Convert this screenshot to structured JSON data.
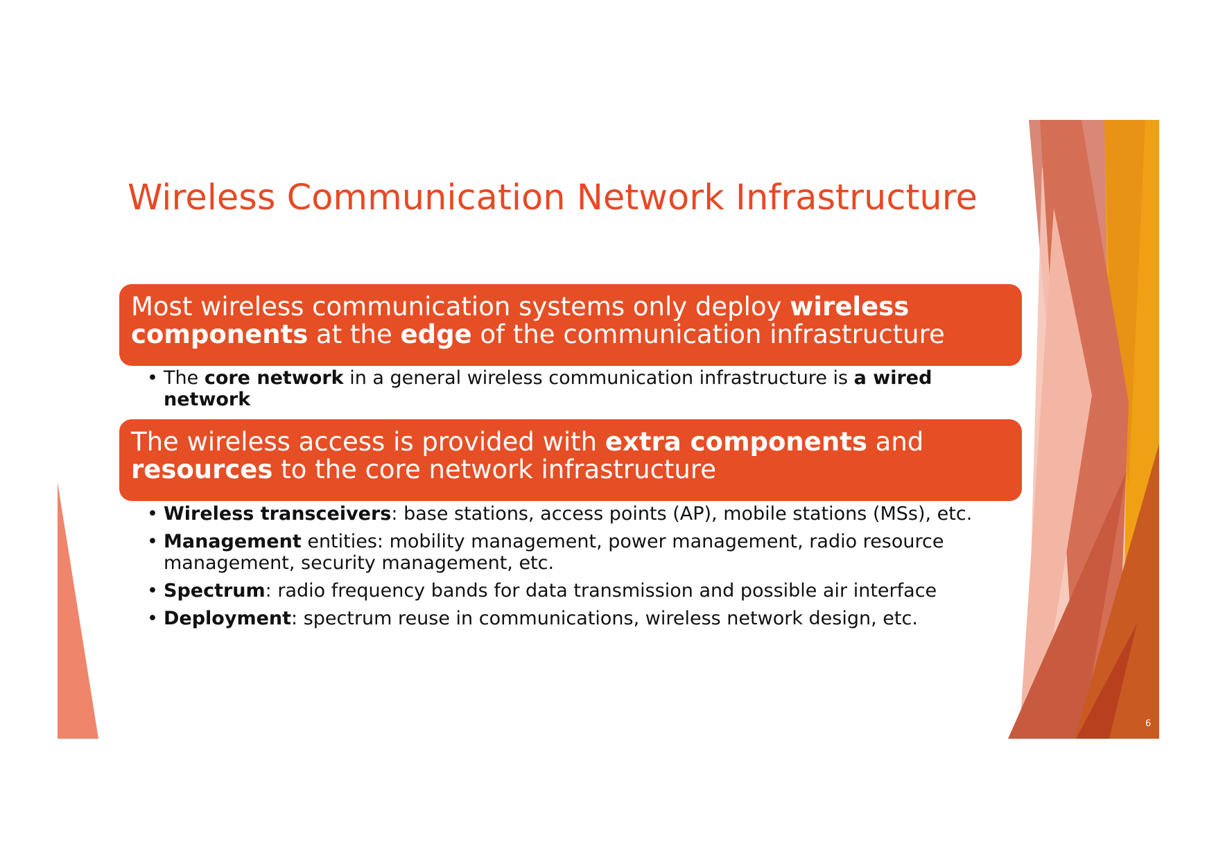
{
  "slide": {
    "title": "Wireless Communication Network Infrastructure",
    "box1": {
      "t1": "Most wireless communication systems only deploy ",
      "b1": "wireless components",
      "t2": " at the ",
      "b2": "edge",
      "t3": " of the communication infrastructure"
    },
    "bullets1": [
      {
        "t1": "The ",
        "b1": "core network",
        "t2": " in a general wireless communication infrastructure is ",
        "b2": "a wired network"
      }
    ],
    "box2": {
      "t1": "The wireless access is provided with ",
      "b1": "extra components",
      "t2": " and ",
      "b2": "resources",
      "t3": " to the core network infrastructure"
    },
    "bullets2": [
      {
        "b": "Wireless transceivers",
        "t": ": base stations, access points (AP), mobile stations (MSs), etc."
      },
      {
        "b": "Management",
        "t": " entities: mobility management, power management, radio resource management, security management, etc."
      },
      {
        "b": "Spectrum",
        "t": ": radio frequency bands for data transmission and possible air interface"
      },
      {
        "b": "Deployment",
        "t": ": spectrum reuse in communications, wireless network design, etc."
      }
    ],
    "page_number": "6"
  },
  "colors": {
    "accent": "#E64E25",
    "title": "#E64A24",
    "decor_orange": "#F0A015",
    "decor_salmon": "#D98877"
  }
}
